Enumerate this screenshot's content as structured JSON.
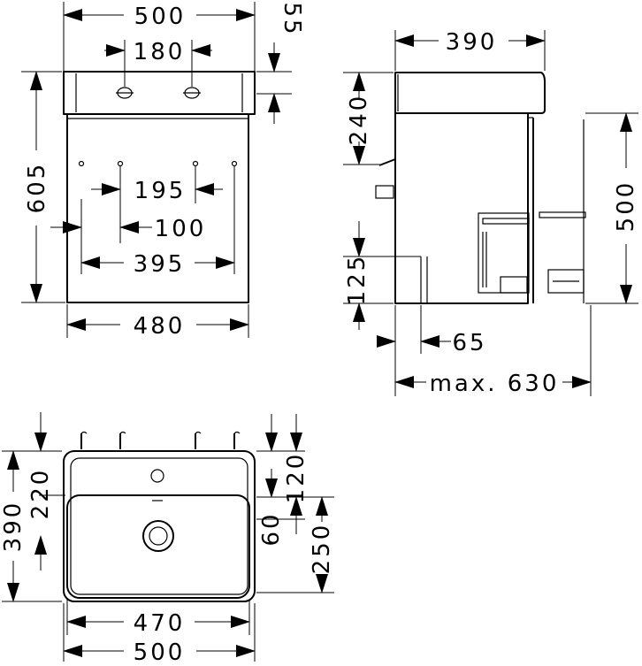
{
  "front_view": {
    "width_total": "500",
    "overflow_height": "55",
    "tap_hole_spacing": "180",
    "total_height": "605",
    "hook_spacing": "195",
    "hook_offset": "100",
    "hook_span": "395",
    "cabinet_width": "480"
  },
  "side_view": {
    "basin_depth": "390",
    "basin_height": "240",
    "wall_height": "500",
    "drain_height": "125",
    "cabinet_offset": "65",
    "max_depth": "max. 630"
  },
  "top_view": {
    "inner_offset": "220",
    "overall_depth": "390",
    "rim_depth": "120",
    "bowl_depth": "250",
    "bowl_offset": "60",
    "bowl_width": "470",
    "overall_width": "500"
  },
  "colors": {
    "line": "#000000",
    "background": "#ffffff"
  }
}
